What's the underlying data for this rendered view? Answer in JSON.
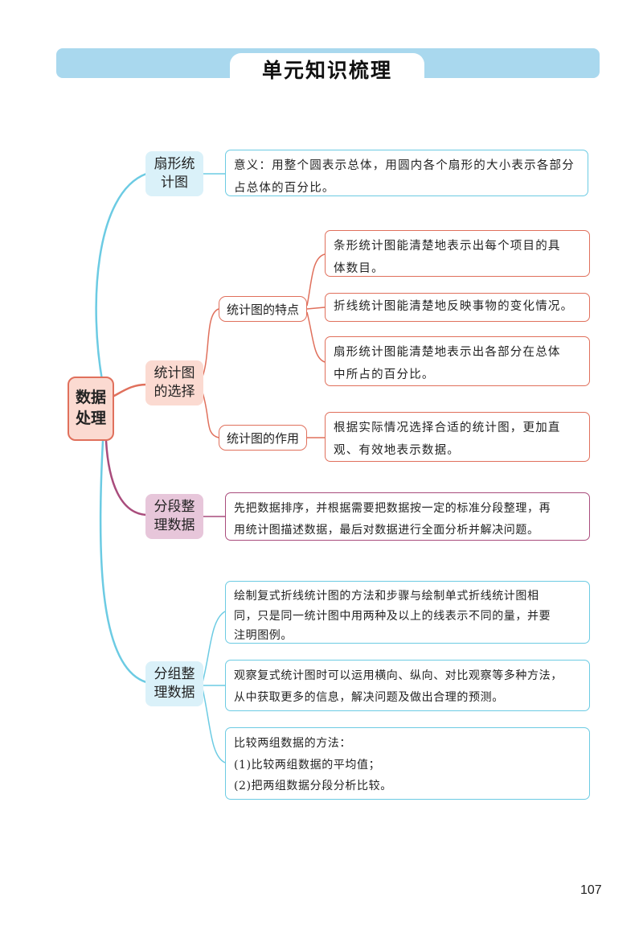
{
  "title": "单元知识梳理",
  "root": {
    "label": "数据处理",
    "line1": "数据",
    "line2": "处理"
  },
  "branches": {
    "pie": {
      "line1": "扇形统",
      "line2": "计图",
      "detail_lines": [
        "意义：用整个圆表示总体，用圆内各个扇形的大小表示各部分",
        "占总体的百分比。"
      ]
    },
    "choice": {
      "line1": "统计图",
      "line2": "的选择",
      "features": {
        "label": "统计图的特点",
        "items": [
          {
            "lines": [
              "条形统计图能清楚地表示出每个项目的具",
              "体数目。"
            ]
          },
          {
            "lines": [
              "折线统计图能清楚地反映事物的变化情况。"
            ]
          },
          {
            "lines": [
              "扇形统计图能清楚地表示出各部分在总体",
              "中所占的百分比。"
            ]
          }
        ]
      },
      "usage": {
        "label": "统计图的作用",
        "lines": [
          "根据实际情况选择合适的统计图，更加直",
          "观、有效地表示数据。"
        ]
      }
    },
    "segment": {
      "line1": "分段整",
      "line2": "理数据",
      "detail_lines": [
        "先把数据排序，并根据需要把数据按一定的标准分段整理，再",
        "用统计图描述数据，最后对数据进行全面分析并解决问题。"
      ]
    },
    "group": {
      "line1": "分组整",
      "line2": "理数据",
      "items": [
        {
          "lines": [
            "绘制复式折线统计图的方法和步骤与绘制单式折线统计图相",
            "同，只是同一统计图中用两种及以上的线表示不同的量，并要",
            "注明图例。"
          ]
        },
        {
          "lines": [
            "观察复式统计图时可以运用横向、纵向、对比观察等多种方法，",
            "从中获取更多的信息，解决问题及做出合理的预测。"
          ]
        },
        {
          "lines": [
            "比较两组数据的方法：",
            "(1)比较两组数据的平均值；",
            "(2)把两组数据分段分析比较。"
          ]
        }
      ]
    }
  },
  "page_number": "107",
  "colors": {
    "header": "#a9d8ee",
    "blue_branch": "#6ccbe3",
    "blue_fill": "#daf1f9",
    "red_branch": "#e0705c",
    "red_fill": "#fbdad1",
    "purple_branch": "#a94c7c",
    "purple_fill": "#e7c6da"
  }
}
